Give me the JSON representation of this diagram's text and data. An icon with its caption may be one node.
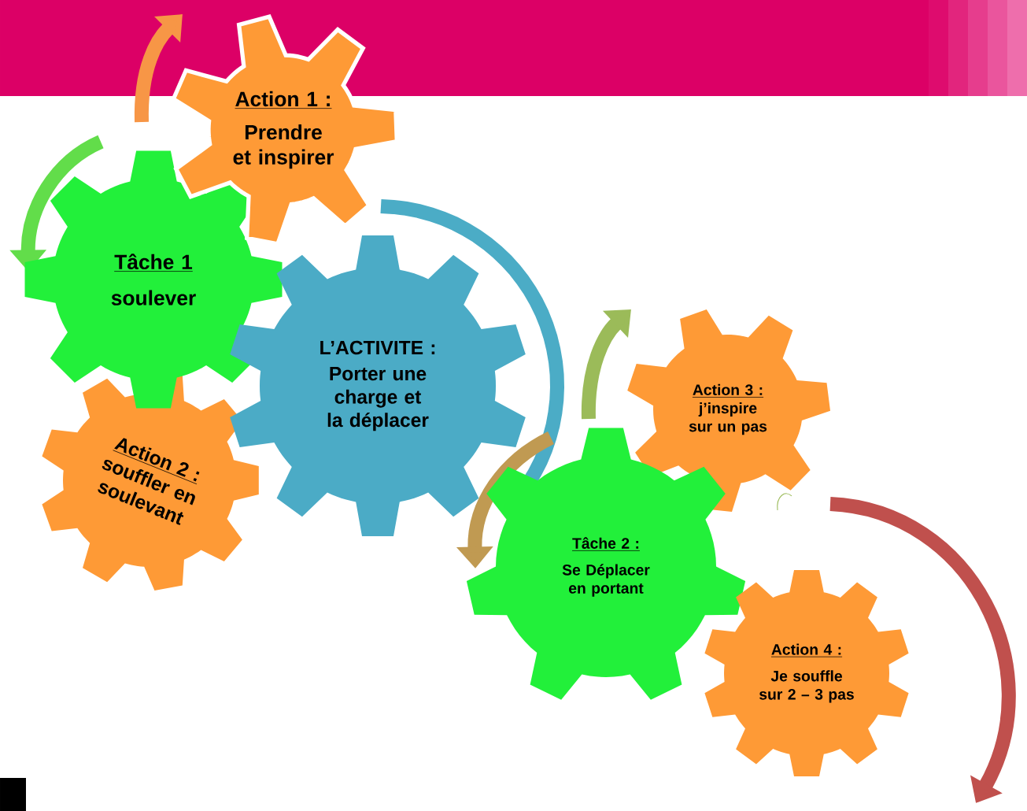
{
  "diagram": {
    "nodes": [
      {
        "text": [
          "Action 1 :",
          "Prendre et inspirer"
        ]
      },
      {
        "text": [
          "Tâche 1",
          "soulever"
        ]
      },
      {
        "text": [
          "L’ACTIVITE :",
          "Porter une charge et la déplacer"
        ]
      },
      {
        "text": [
          "Action 2 :",
          "souffler en soulevant"
        ]
      },
      {
        "text": [
          "Action 3 :",
          "j’inspire sur un pas"
        ]
      },
      {
        "text": [
          "Tâche 2 :",
          "Se Déplacer en portant"
        ]
      },
      {
        "text": [
          "Action 4 :",
          "Je souffle sur 2 – 3 pas"
        ]
      }
    ]
  }
}
